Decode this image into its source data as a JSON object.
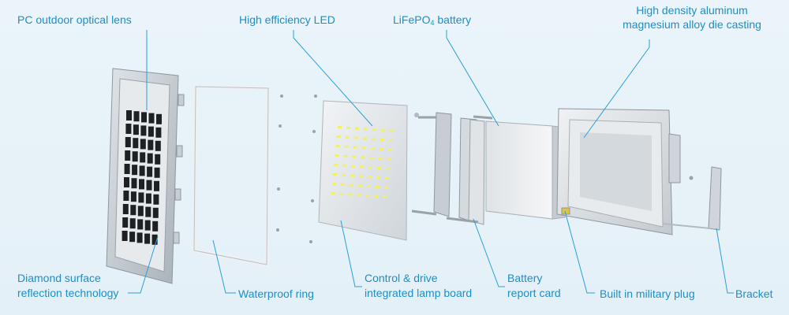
{
  "labels": {
    "pc_lens": "PC outdoor optical lens",
    "led": "High efficiency LED",
    "battery_main": "LiFePO",
    "battery_sub": "4",
    "battery_tail": " battery",
    "casting_1": "High density aluminum",
    "casting_2": "magnesium alloy die casting",
    "diamond_1": "Diamond surface",
    "diamond_2": "reflection technology",
    "waterproof": "Waterproof ring",
    "control_1": "Control & drive",
    "control_2": "integrated lamp board",
    "report_1": "Battery",
    "report_2": "report card",
    "plug": "Built in military plug",
    "bracket": "Bracket"
  },
  "colors": {
    "label": "#1b8fc6",
    "leader": "#2a9fd6",
    "led": "#f2ef6a",
    "metal": "#c9cfd4"
  }
}
